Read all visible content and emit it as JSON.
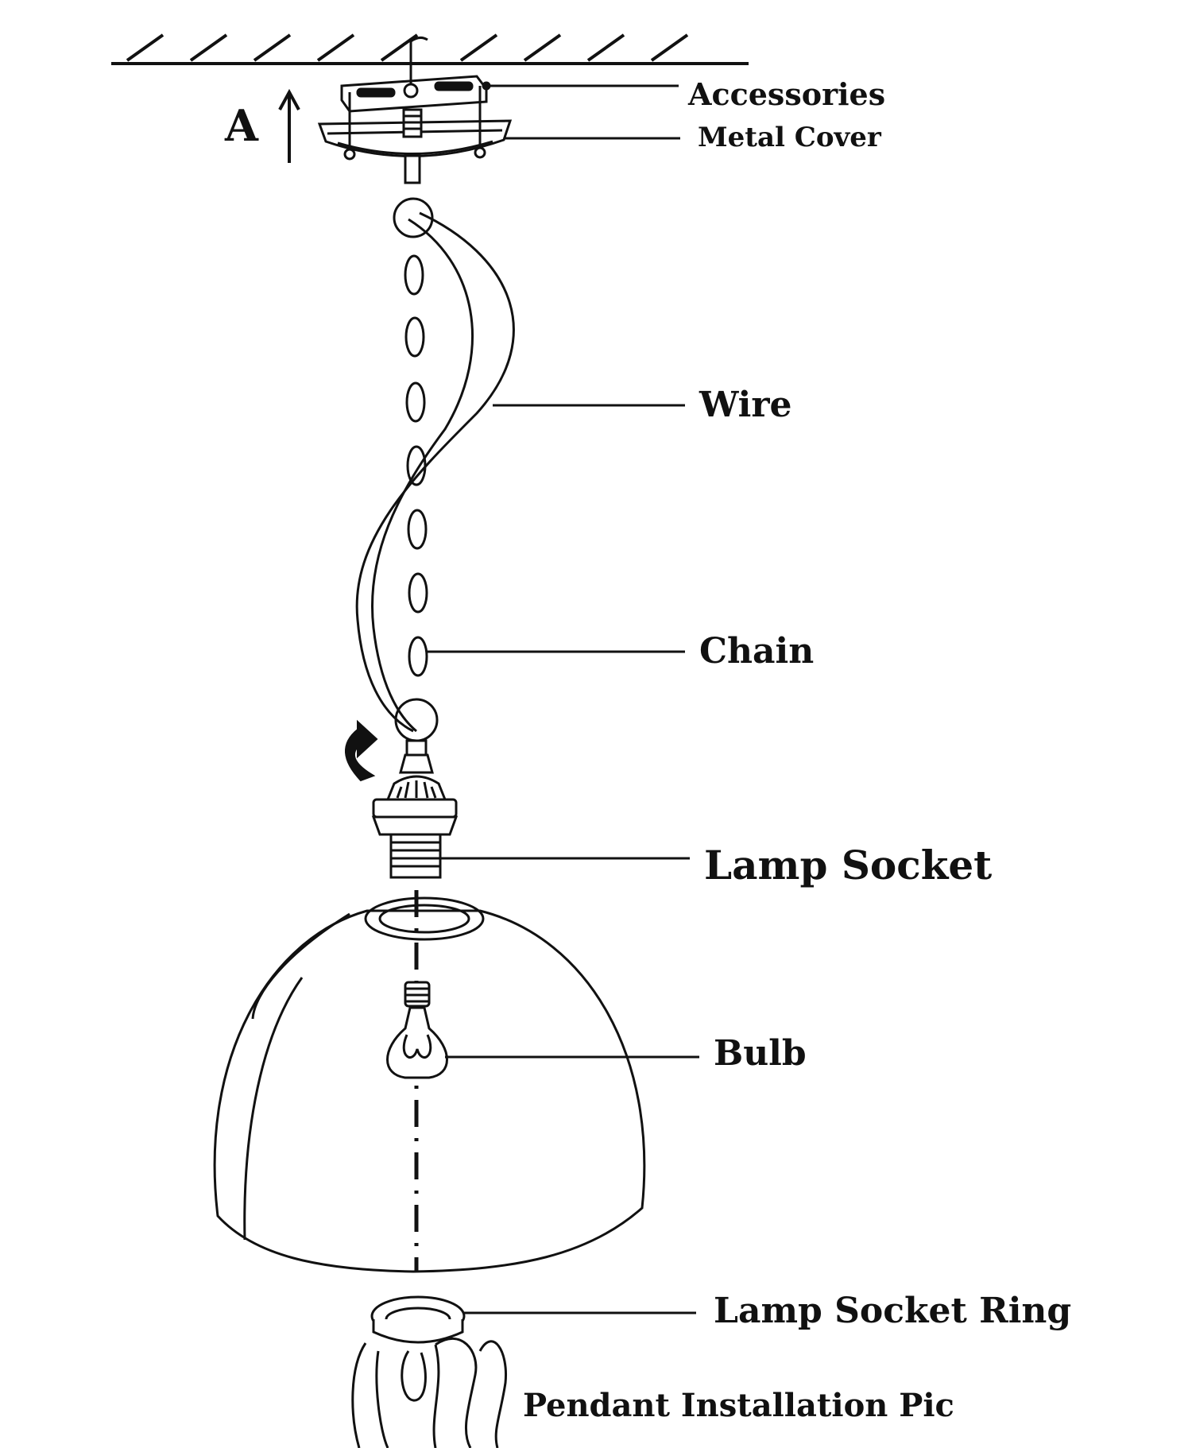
{
  "labels": {
    "accessories": "Accessories",
    "metal_cover": "Metal Cover",
    "wire": "Wire",
    "chain": "Chain",
    "lamp_socket": "Lamp Socket",
    "bulb": "Bulb",
    "lamp_socket_ring": "Lamp Socket Ring",
    "caption": "Pendant Installation Pic",
    "direction_marker": "A"
  },
  "colors": {
    "ink": "#111111",
    "background": "#ffffff"
  }
}
